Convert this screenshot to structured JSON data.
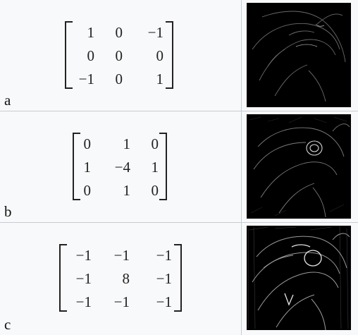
{
  "rows": [
    {
      "label": "a",
      "matrix": [
        [
          "1",
          "0",
          "−1"
        ],
        [
          "0",
          "0",
          "0"
        ],
        [
          "−1",
          "0",
          "1"
        ]
      ]
    },
    {
      "label": "b",
      "matrix": [
        [
          "0",
          "1",
          "0"
        ],
        [
          "1",
          "−4",
          "1"
        ],
        [
          "0",
          "1",
          "0"
        ]
      ]
    },
    {
      "label": "c",
      "matrix": [
        [
          "−1",
          "−1",
          "−1"
        ],
        [
          "−1",
          "8",
          "−1"
        ],
        [
          "−1",
          "−1",
          "−1"
        ]
      ]
    }
  ]
}
